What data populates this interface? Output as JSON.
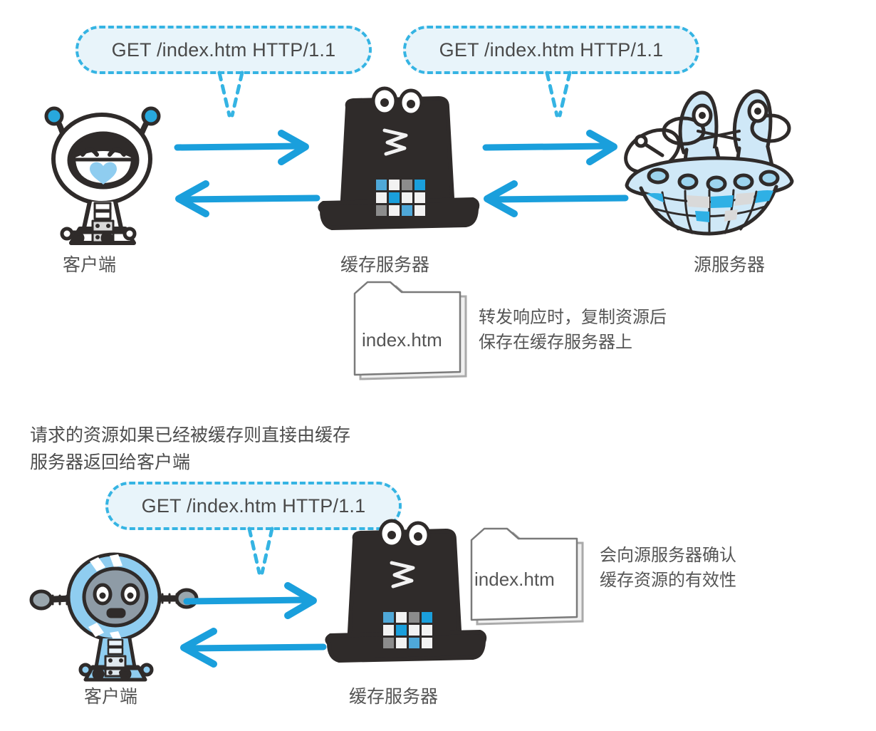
{
  "diagram": {
    "title": "HTTP cache server flow",
    "colors": {
      "accent_blue": "#1a9fdc",
      "bubble_fill": "#e8f4fa",
      "bubble_border": "#35b4e3",
      "dark": "#2f2b2a",
      "ufo_blue": "#cfe8f7",
      "robot_blue": "#8fcdf0",
      "text_gray": "#555555"
    }
  },
  "top_section": {
    "bubbles": [
      {
        "text": "GET /index.htm HTTP/1.1"
      },
      {
        "text": "GET /index.htm HTTP/1.1"
      }
    ],
    "actors": [
      {
        "label": "客户端",
        "role": "client-robot"
      },
      {
        "label": "缓存服务器",
        "role": "cache-server-hat"
      },
      {
        "label": "源服务器",
        "role": "origin-server-ufo"
      }
    ],
    "arrows": [
      {
        "direction": "right",
        "from": "client",
        "to": "cache-server"
      },
      {
        "direction": "left",
        "from": "cache-server",
        "to": "client"
      },
      {
        "direction": "right",
        "from": "cache-server",
        "to": "origin-server"
      },
      {
        "direction": "left",
        "from": "origin-server",
        "to": "cache-server"
      }
    ],
    "file": {
      "name": "index.htm"
    },
    "note": "转发响应时，复制资源后\n保存在缓存服务器上",
    "note_lines": [
      "转发响应时，复制资源后",
      "保存在缓存服务器上"
    ]
  },
  "middle_note": {
    "lines": [
      "请求的资源如果已经被缓存则直接由缓存",
      "服务器返回给客户端"
    ]
  },
  "bottom_section": {
    "bubble": {
      "text": "GET /index.htm HTTP/1.1"
    },
    "actors": [
      {
        "label": "客户端",
        "role": "client-robot-blue"
      },
      {
        "label": "缓存服务器",
        "role": "cache-server-hat"
      }
    ],
    "arrows": [
      {
        "direction": "right",
        "from": "client",
        "to": "cache-server"
      },
      {
        "direction": "left",
        "from": "cache-server",
        "to": "client"
      }
    ],
    "file": {
      "name": "index.htm"
    },
    "note_lines": [
      "会向源服务器确认",
      "缓存资源的有效性"
    ]
  }
}
